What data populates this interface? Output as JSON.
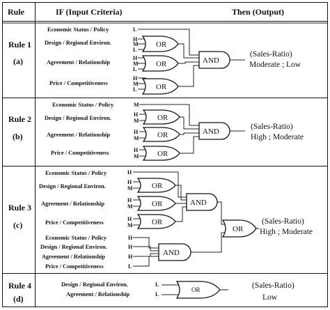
{
  "header": {
    "rule": "Rule",
    "if": "IF   (Input  Criteria)",
    "then": "Then   (Output)"
  },
  "gates": {
    "or": "OR",
    "and": "AND"
  },
  "rules": [
    {
      "name": "Rule 1",
      "tag": "(a)",
      "criteria": [
        "Economic Status / Policy",
        "Design / Regional Environ.",
        "Agreement / Relationship",
        "Price / Competitiveness"
      ],
      "levels": [
        [
          "L"
        ],
        [
          "H",
          "M",
          "L"
        ],
        [
          "H",
          "M",
          "L"
        ],
        [
          "H",
          "M",
          "L"
        ]
      ],
      "output": [
        "(Sales-Ratio)",
        "Moderate ; Low"
      ]
    },
    {
      "name": "Rule 2",
      "tag": "(b)",
      "criteria": [
        "Economic Status / Policy",
        "Design / Regional Environ.",
        "Agreement / Relationship",
        "Price / Competitiveness"
      ],
      "levels": [
        [
          "M"
        ],
        [
          "H",
          "M"
        ],
        [
          "H",
          "M"
        ],
        [
          "H",
          "M"
        ]
      ],
      "output": [
        "(Sales-Ratio)",
        "High ; Moderate"
      ]
    },
    {
      "name": "Rule 3",
      "tag": "(c)",
      "criteria": [
        "Economic Status / Policy",
        "Design / Regional Environ.",
        "Agreement / Relationship",
        "Price / Competitiveness",
        "Economic Status / Policy",
        "Design / Regional Environ.",
        "Agreement / Relationship",
        "Price / Competitiveness"
      ],
      "levels": [
        [
          "H"
        ],
        [
          "H",
          "M"
        ],
        [
          "H",
          "M"
        ],
        [
          "H",
          "M"
        ],
        [
          "H"
        ],
        [
          "H"
        ],
        [
          "H"
        ],
        [
          "L"
        ]
      ],
      "output": [
        "(Sales-Ratio)",
        "High ; Moderate"
      ]
    },
    {
      "name": "Rule 4",
      "tag": "(d)",
      "criteria": [
        "Design / Regional Environ.",
        "Agreement / Relationship"
      ],
      "levels": [
        [
          "L"
        ],
        [
          "L"
        ]
      ],
      "output": [
        "(Sales-Ratio)",
        "Low"
      ]
    }
  ]
}
